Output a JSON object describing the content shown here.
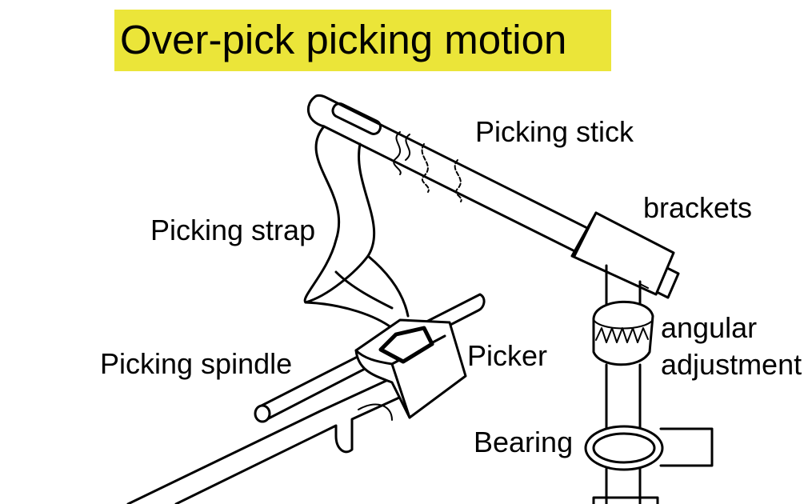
{
  "title": "Over-pick picking motion",
  "colors": {
    "title_highlight": "#ebe539",
    "line": "#000000",
    "background": "#ffffff"
  },
  "labels": {
    "picking_stick": "Picking stick",
    "brackets": "brackets",
    "picking_strap": "Picking strap",
    "angular_line1": "angular",
    "angular_line2": "adjustment",
    "picker": "Picker",
    "picking_spindle": "Picking spindle",
    "bearing": "Bearing"
  }
}
